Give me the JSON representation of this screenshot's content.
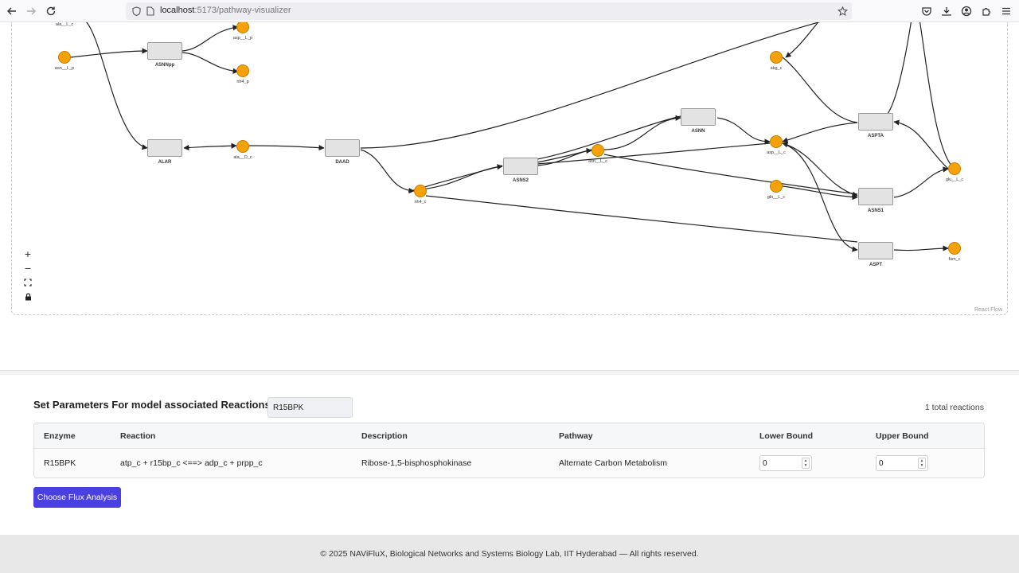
{
  "browser": {
    "url_host": "localhost",
    "url_path": ":5173/pathway-visualizer"
  },
  "reactions": [
    {
      "id": "ASNNpp",
      "label": "ASNNpp"
    },
    {
      "id": "ALAR",
      "label": "ALAR"
    },
    {
      "id": "DAAD",
      "label": "DAAD"
    },
    {
      "id": "ASNS2",
      "label": "ASNS2"
    },
    {
      "id": "ASNN",
      "label": "ASNN"
    },
    {
      "id": "ASPTA",
      "label": "ASPTA"
    },
    {
      "id": "ASNS1",
      "label": "ASNS1"
    },
    {
      "id": "ASPT",
      "label": "ASPT"
    }
  ],
  "metabolites": [
    {
      "id": "ala_L_c",
      "label": "ala__L_c"
    },
    {
      "id": "asn_L_p",
      "label": "asn__L_p"
    },
    {
      "id": "asp_L_p",
      "label": "asp__L_p"
    },
    {
      "id": "nh4_p",
      "label": "nh4_p"
    },
    {
      "id": "ala_D_c",
      "label": "ala__D_c"
    },
    {
      "id": "nh4_c",
      "label": "nh4_c"
    },
    {
      "id": "asn_L_c",
      "label": "asn__L_c"
    },
    {
      "id": "akg_c",
      "label": "akg_c"
    },
    {
      "id": "asp_L_c",
      "label": "asp__L_c"
    },
    {
      "id": "gln_L_c",
      "label": "gln__L_c"
    },
    {
      "id": "glu_L_c",
      "label": "glu__L_c"
    },
    {
      "id": "fum_c",
      "label": "fum_c"
    }
  ],
  "flow": {
    "attribution": "React Flow",
    "controls": [
      "+",
      "−",
      "⛶",
      "🔒"
    ]
  },
  "params": {
    "title": "Set Parameters For model associated Reactions",
    "search_value": "R15BPK",
    "total_text": "1 total reactions",
    "columns": [
      "Enzyme",
      "Reaction",
      "Description",
      "Pathway",
      "Lower Bound",
      "Upper Bound"
    ],
    "rows": [
      {
        "enzyme": "R15BPK",
        "reaction": "atp_c + r15bp_c <==> adp_c + prpp_c",
        "description": "Ribose-1,5-bisphosphokinase",
        "pathway": "Alternate Carbon Metabolism",
        "lower_bound": "0",
        "upper_bound": "0"
      }
    ],
    "button_label": "Choose Flux Analysis"
  },
  "footer": {
    "text": "© 2025 NAViFluX, Biological Networks and Systems Biology Lab, IIT Hyderabad — All rights reserved."
  },
  "colors": {
    "metabolite": "#f5a10b",
    "reaction": "#e3e3e3",
    "primary_button": "#4a3fe0"
  }
}
